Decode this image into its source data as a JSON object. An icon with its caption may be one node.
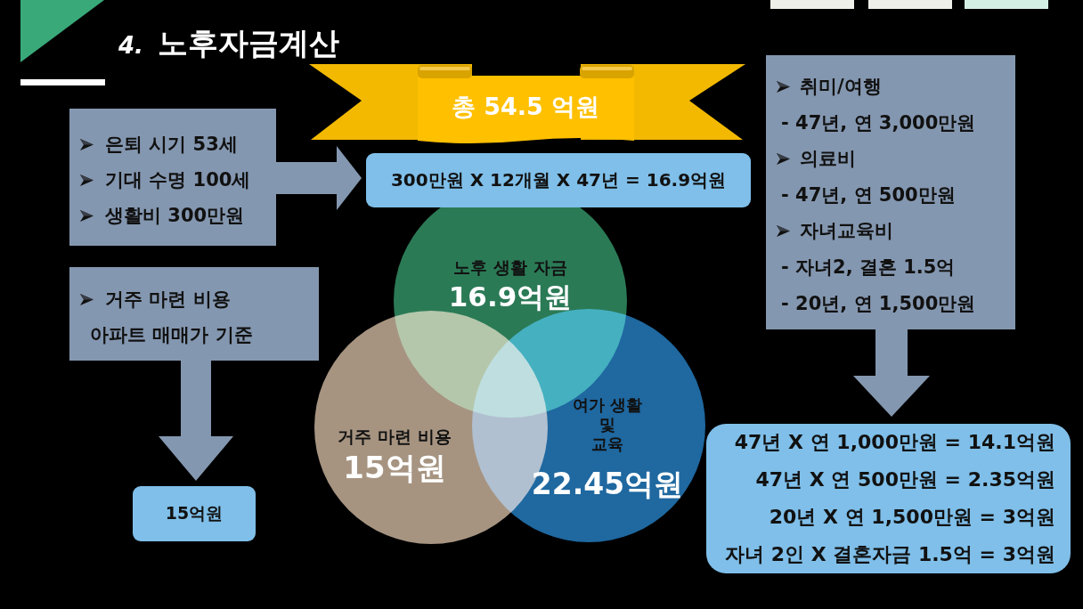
{
  "diagram": {
    "title": "*4.* 노후자금계산",
    "nodes": [
      {
        "text": [
          "총 54.5 억원"
        ]
      },
      {
        "text": [
          "은퇴 시기 53세",
          "기대 수명 100세",
          "생활비 300만원"
        ]
      },
      {
        "text": [
          "300만원 X 12개월 X 47년 = 16.9억원"
        ]
      },
      {
        "text": [
          "취미/여행",
          "- 47년, 연 3,000만원",
          "의료비",
          "- 47년, 연 500만원",
          "자녀교육비",
          "- 자녀2, 결혼 1.5억",
          "- 20년, 연 1,500만원"
        ]
      },
      {
        "text": [
          "노후 생활 자금",
          "16.9억원"
        ]
      },
      {
        "text": [
          "거주 마련 비용",
          "아파트 매매가 기준"
        ]
      },
      {
        "text": [
          "거주 마련 비용",
          "15억원"
        ]
      },
      {
        "text": [
          "여가 생활 및 교육",
          "22.45억원"
        ]
      },
      {
        "text": [
          "15억원"
        ]
      },
      {
        "text": [
          "47년 X 연 1,000만원 = 14.1억원",
          "47년 X 연 500만원 = 2.35억원",
          "20년 X 연 1,500만원 = 3억원",
          "자녀 2인 X 결혼자금 1.5억 = 3억원"
        ]
      }
    ],
    "edges": [
      {
        "from": 1,
        "to": 2,
        "arrow": "to"
      },
      {
        "from": 5,
        "to": 8,
        "arrow": "to"
      },
      {
        "from": 3,
        "to": 9,
        "arrow": "to"
      }
    ]
  }
}
